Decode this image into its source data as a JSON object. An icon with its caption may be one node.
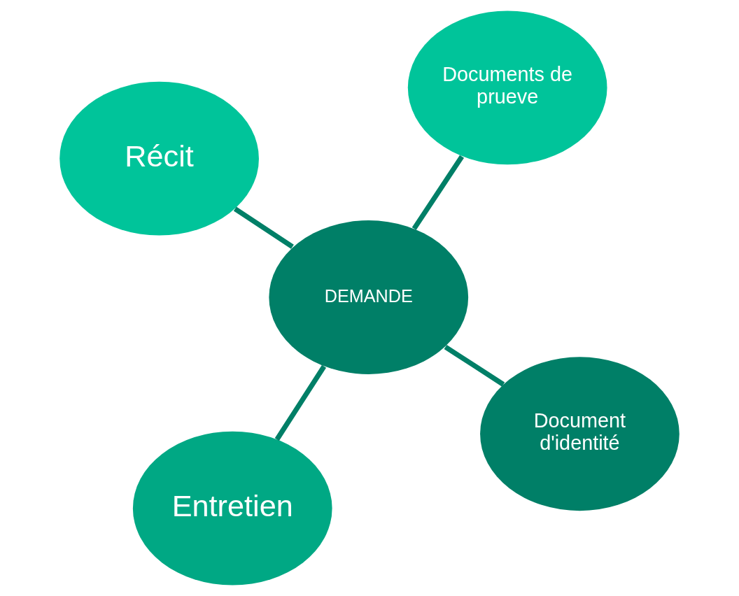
{
  "diagram": {
    "nodes": [
      {
        "text": [
          "DEMANDE"
        ]
      },
      {
        "text": [
          "Document d'identité"
        ]
      },
      {
        "text": [
          "Entretien"
        ]
      },
      {
        "text": [
          "Récit"
        ]
      },
      {
        "text": [
          "Documents de prueve"
        ]
      }
    ],
    "edges": [
      {
        "from": 0,
        "to": 1,
        "arrow": "none"
      },
      {
        "from": 0,
        "to": 2,
        "arrow": "none"
      },
      {
        "from": 0,
        "to": 3,
        "arrow": "none"
      },
      {
        "from": 0,
        "to": 4,
        "arrow": "none"
      }
    ]
  }
}
